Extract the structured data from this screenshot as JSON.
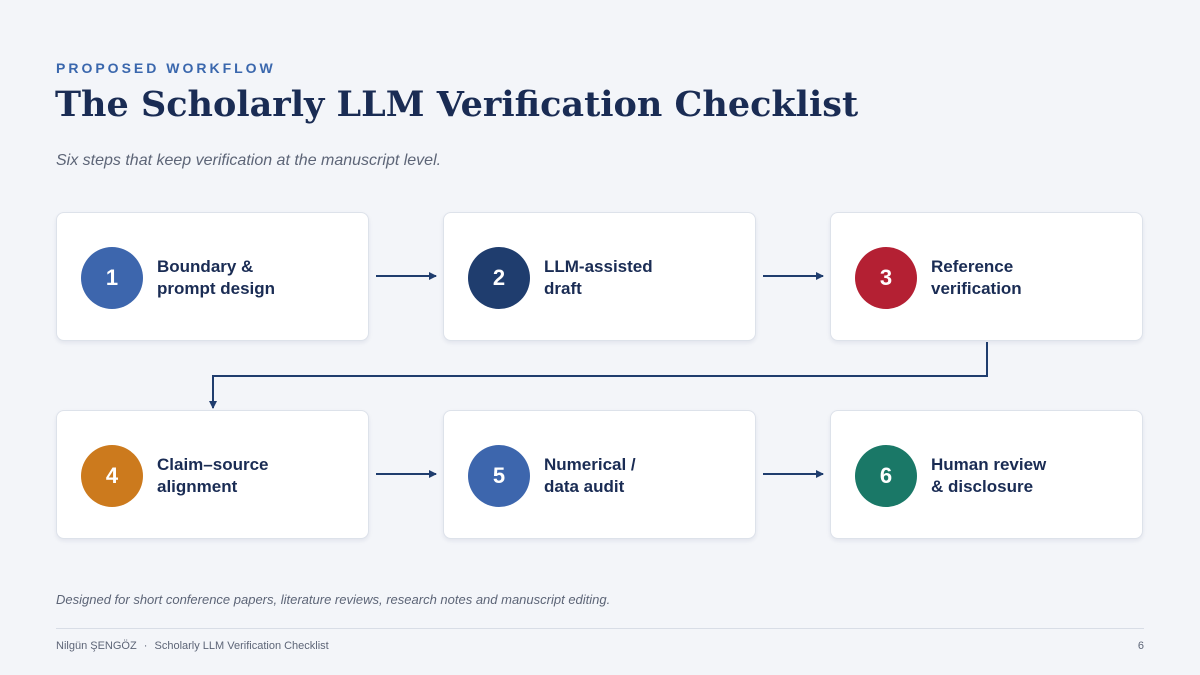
{
  "header": {
    "eyebrow": "PROPOSED WORKFLOW",
    "title": "The Scholarly LLM Verification Checklist",
    "subtitle": "Six steps that keep verification at the manuscript level."
  },
  "steps": [
    {
      "number": "1",
      "line1": "Boundary &",
      "line2": "prompt design",
      "color": "#3d66ad"
    },
    {
      "number": "2",
      "line1": "LLM-assisted",
      "line2": "draft",
      "color": "#1f3d6e"
    },
    {
      "number": "3",
      "line1": "Reference",
      "line2": "verification",
      "color": "#b42033"
    },
    {
      "number": "4",
      "line1": "Claim–source",
      "line2": "alignment",
      "color": "#cc7a1d"
    },
    {
      "number": "5",
      "line1": "Numerical /",
      "line2": "data audit",
      "color": "#3d66ad"
    },
    {
      "number": "6",
      "line1": "Human review",
      "line2": "& disclosure",
      "color": "#1a7867"
    }
  ],
  "footnote": "Designed for short conference papers, literature reviews, research notes and manuscript editing.",
  "footer": {
    "author": "Nilgün ŞENGÖZ",
    "separator": "·",
    "deck_title": "Scholarly LLM Verification Checklist",
    "page_number": "6"
  },
  "colors": {
    "background": "#f3f5f9",
    "title": "#1a2c54",
    "eyebrow": "#3a67ad",
    "connector": "#1f3d6e"
  }
}
